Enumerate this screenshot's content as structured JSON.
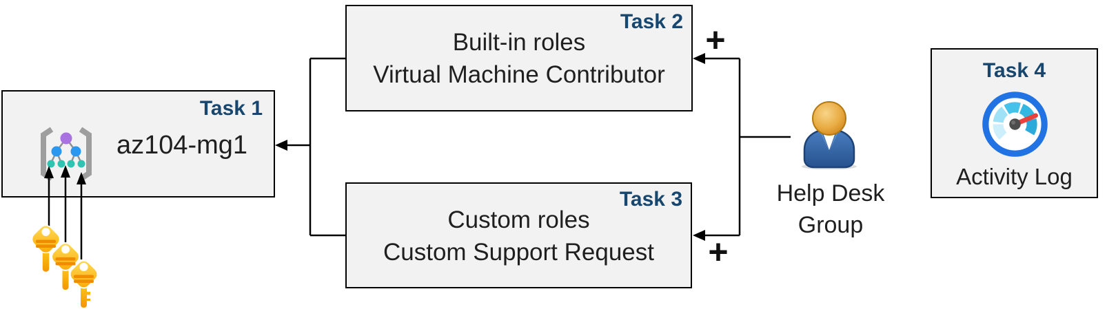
{
  "boxes": {
    "task1": {
      "label": "Task 1",
      "title": "az104-mg1"
    },
    "task2": {
      "label": "Task 2",
      "line1": "Built-in roles",
      "line2": "Virtual Machine Contributor"
    },
    "task3": {
      "label": "Task 3",
      "line1": "Custom roles",
      "line2": "Custom Support Request"
    },
    "task4": {
      "label": "Task 4",
      "caption": "Activity Log"
    }
  },
  "help_desk_group": {
    "line1": "Help Desk",
    "line2": "Group"
  },
  "plus_sign": "+",
  "icons": {
    "management_group": "management-group-icon",
    "keys": "keys-icon",
    "user": "user-icon",
    "activity_log_gauge": "gauge-icon"
  },
  "colors": {
    "box_fill": "#f2f2f2",
    "box_border": "#000000",
    "task_label": "#17466e",
    "text": "#1f1f1f",
    "connector": "#000000",
    "gauge_ring": "#2173e3",
    "gauge_needle": "#e8423d",
    "gauge_hub": "#4d4d4d",
    "key_gold": "#ffc21a",
    "key_stripe": "#f08c00",
    "person_body": "#2e62a8",
    "person_head": "#e8a83c",
    "mg_purple": "#a873e0",
    "mg_blue": "#2b97ef",
    "mg_teal": "#2fc3b2",
    "mg_bracket": "#9e9e9e"
  }
}
